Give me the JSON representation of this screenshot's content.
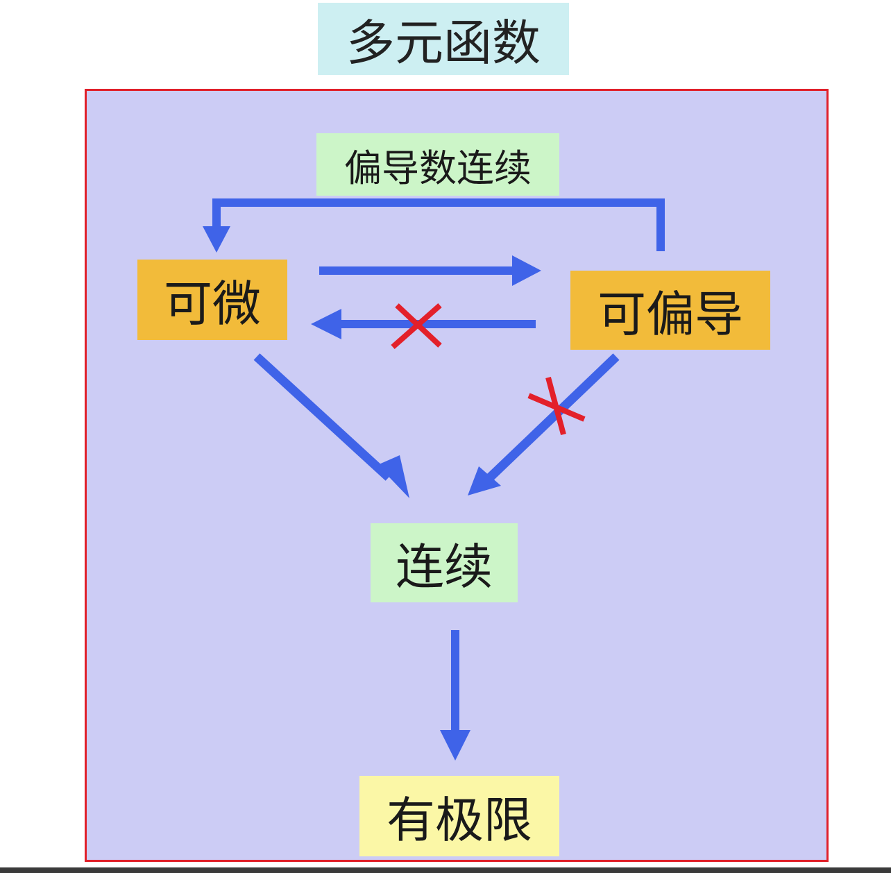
{
  "title": "多元函数",
  "nodes": {
    "pd_continuous": "偏导数连续",
    "differentiable": "可微",
    "partial_derivative": "可偏导",
    "continuous": "连续",
    "has_limit": "有极限"
  },
  "colors": {
    "arrow": "#3f63e8",
    "cross": "#e3202a",
    "panel_bg": "#ccccf5",
    "panel_border": "#e0202a",
    "title_bg": "#cdeff2",
    "green_box": "#ccf5c8",
    "orange_box": "#f2bb3a",
    "yellow_box": "#fbf7a6"
  },
  "edges": [
    {
      "from": "偏导数连续",
      "to": "可微",
      "valid": true
    },
    {
      "from": "可微",
      "to": "可偏导",
      "valid": true
    },
    {
      "from": "可偏导",
      "to": "可微",
      "valid": false
    },
    {
      "from": "可微",
      "to": "连续",
      "valid": true
    },
    {
      "from": "可偏导",
      "to": "连续",
      "valid": false
    },
    {
      "from": "连续",
      "to": "有极限",
      "valid": true
    }
  ]
}
